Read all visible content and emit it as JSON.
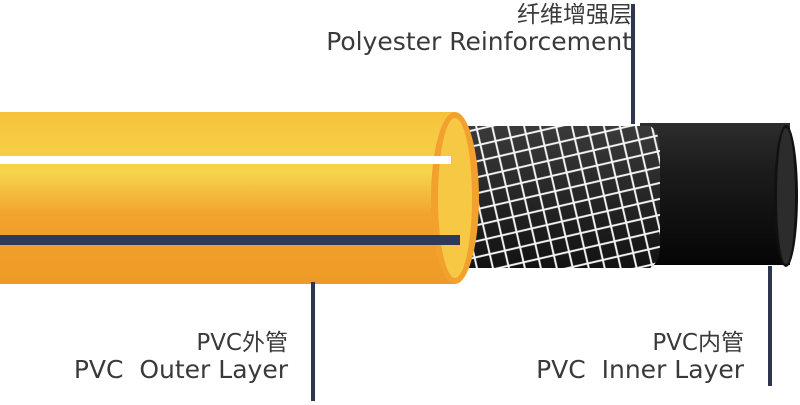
{
  "labels": {
    "reinforcement": {
      "cn": "纤维增强层",
      "en": "Polyester Reinforcement"
    },
    "outer": {
      "cn": "PVC外管",
      "en": "PVC  Outer Layer"
    },
    "inner": {
      "cn": "PVC内管",
      "en": "PVC  Inner Layer"
    }
  },
  "colors": {
    "outer_main": "#f2a12e",
    "outer_highlight": "#f7d34a",
    "stripe_white": "#ffffff",
    "stripe_navy": "#2e3a5a",
    "braid_base": "#2a2a2a",
    "braid_mesh": "#ffffff",
    "inner_tube": "#111111",
    "leader_line": "#2e3550",
    "text": "#3a3a3a"
  }
}
